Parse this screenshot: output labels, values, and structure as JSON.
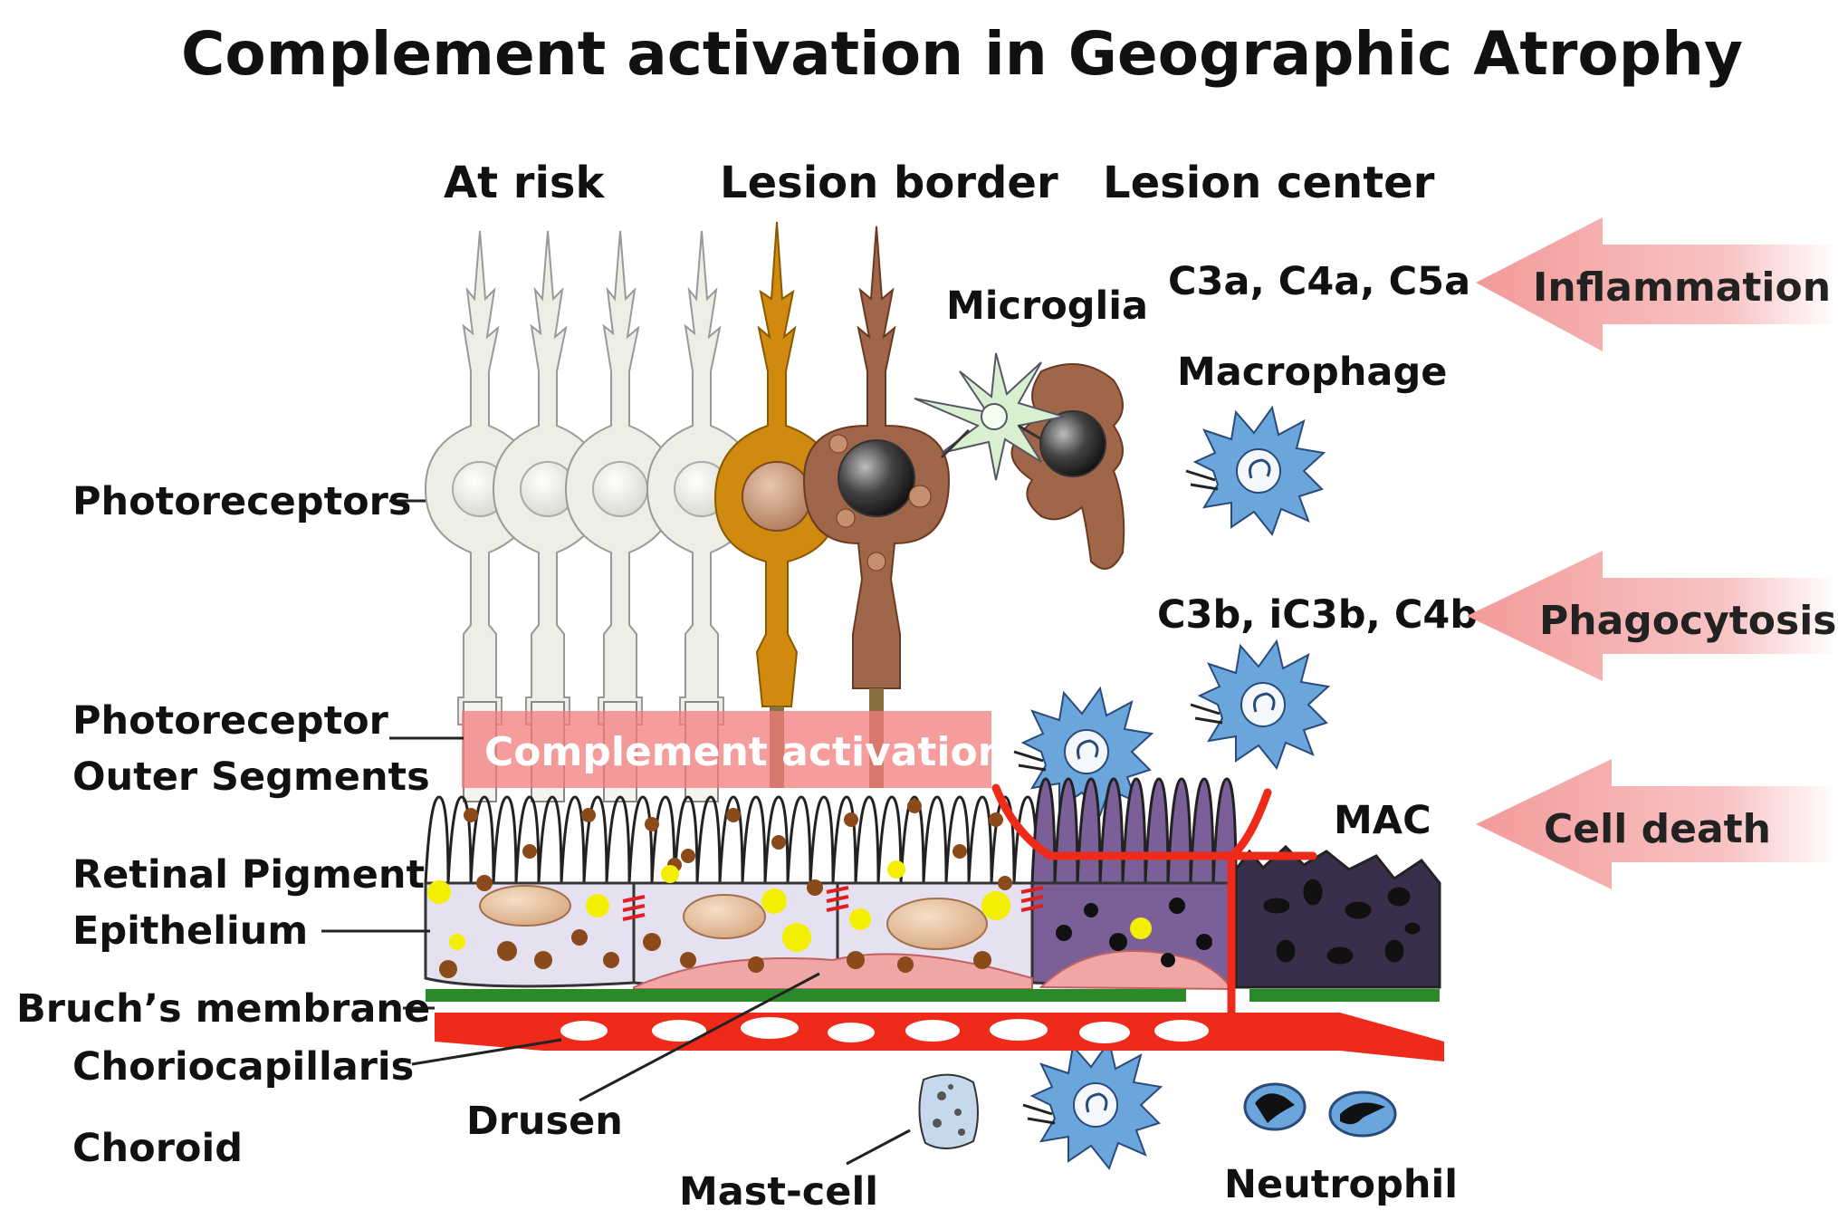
{
  "title": "Complement activation in Geographic Atrophy",
  "stages": {
    "at_risk": "At risk",
    "lesion_border": "Lesion border",
    "lesion_center": "Lesion center"
  },
  "layers": {
    "photoreceptors": "Photoreceptors",
    "outer_segments_line1": "Photoreceptor",
    "outer_segments_line2": "Outer Segments",
    "rpe_line1": "Retinal Pigment",
    "rpe_line2": "Epithelium",
    "bruchs": "Bruch’s membrane",
    "choriocapillaris": "Choriocapillaris",
    "choroid": "Choroid"
  },
  "cells": {
    "microglia": "Microglia",
    "macrophage": "Macrophage",
    "mast_cell": "Mast-cell",
    "neutrophil": "Neutrophil",
    "drusen": "Drusen"
  },
  "complement": {
    "anaphylatoxins": "C3a, C4a, C5a",
    "opsonins": "C3b, iC3b, C4b",
    "mac": "MAC",
    "band": "Complement activation"
  },
  "effects": {
    "inflammation": "Inflammation",
    "phagocytosis": "Phagocytosis",
    "cell_death": "Cell death"
  },
  "colors": {
    "healthy_cell": "#efeee6",
    "stressed_cell": "#d08a10",
    "dying_cell": "#a0664a",
    "microglia": "#d8f0d0",
    "macrophage": "#6aa6dc",
    "rpe_healthy": "#e6e1f1",
    "rpe_damaged": "#7b5f98",
    "rpe_dead": "#3a2f4a",
    "bruchs": "#2a8a2a",
    "vessel": "#ee2a1a",
    "drusen": "#f0a6a6",
    "arrow": "#f4a0a0"
  }
}
